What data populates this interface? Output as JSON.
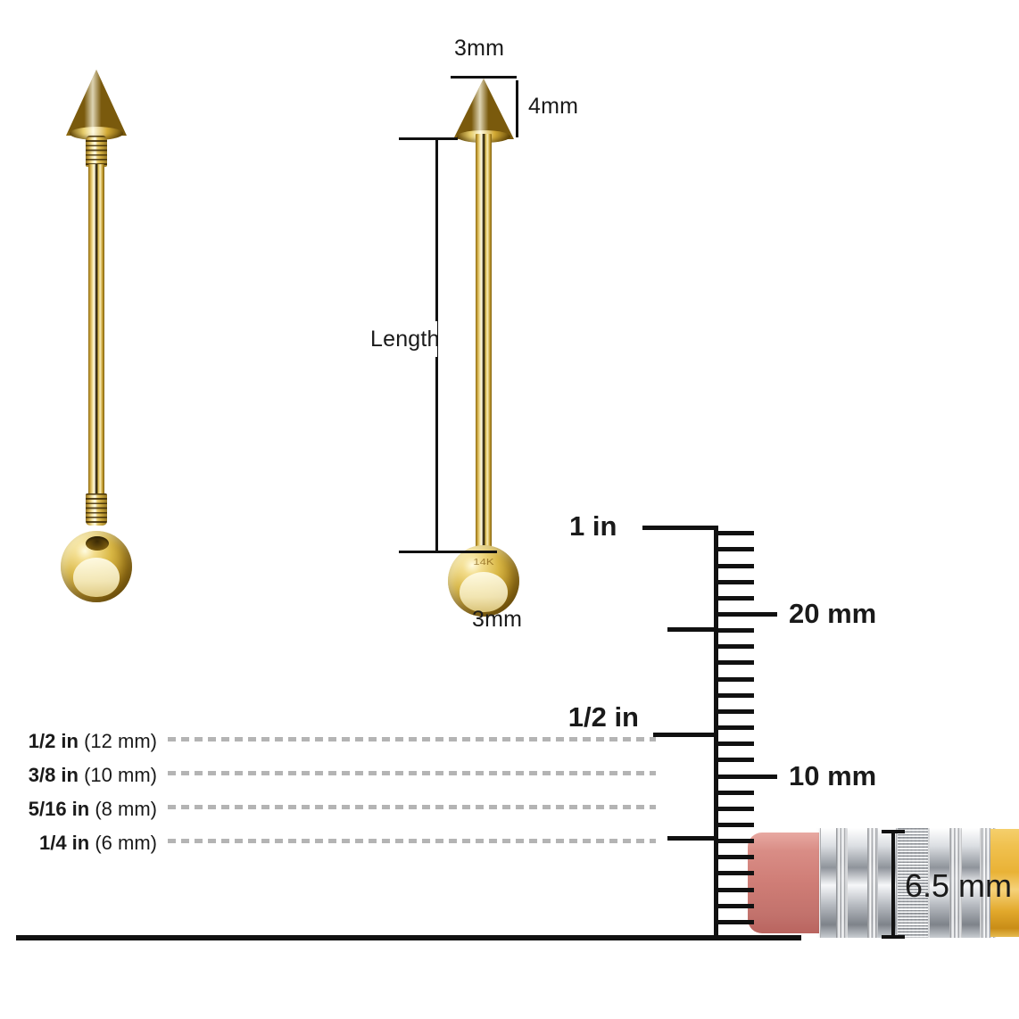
{
  "product": {
    "title": "Barbell sizing diagram",
    "material_stamp": "14K"
  },
  "left_item": {
    "name": "exploded-barbell",
    "parts": [
      "cone-spike-top",
      "threaded-barbell-shaft",
      "ball-end-bottom"
    ]
  },
  "center_item": {
    "name": "assembled-barbell",
    "dimensions": {
      "cone_width": "3mm",
      "cone_height": "4mm",
      "length_label": "Length",
      "ball_diameter": "3mm"
    }
  },
  "length_guides": [
    {
      "inch": "1/2 in",
      "mm": "(12 mm)"
    },
    {
      "inch": "3/8 in",
      "mm": "(10 mm)"
    },
    {
      "inch": "5/16 in",
      "mm": "(8 mm)"
    },
    {
      "inch": "1/4 in",
      "mm": "(6 mm)"
    }
  ],
  "ruler": {
    "labels": {
      "one_inch": "1 in",
      "twenty_mm": "20 mm",
      "half_inch": "1/2 in",
      "ten_mm": "10 mm"
    }
  },
  "pencil": {
    "name": "reference-pencil",
    "diameter_label": "6.5 mm"
  },
  "colors": {
    "gold": "#d9b744",
    "gold_light": "#fffbe0",
    "gold_dark": "#6d4d07",
    "ink": "#1a1a1a",
    "dash_gray": "#b4b4b4",
    "eraser": "#c2726c",
    "ferrule": "#cfd3d8",
    "wood": "#e9b236"
  }
}
